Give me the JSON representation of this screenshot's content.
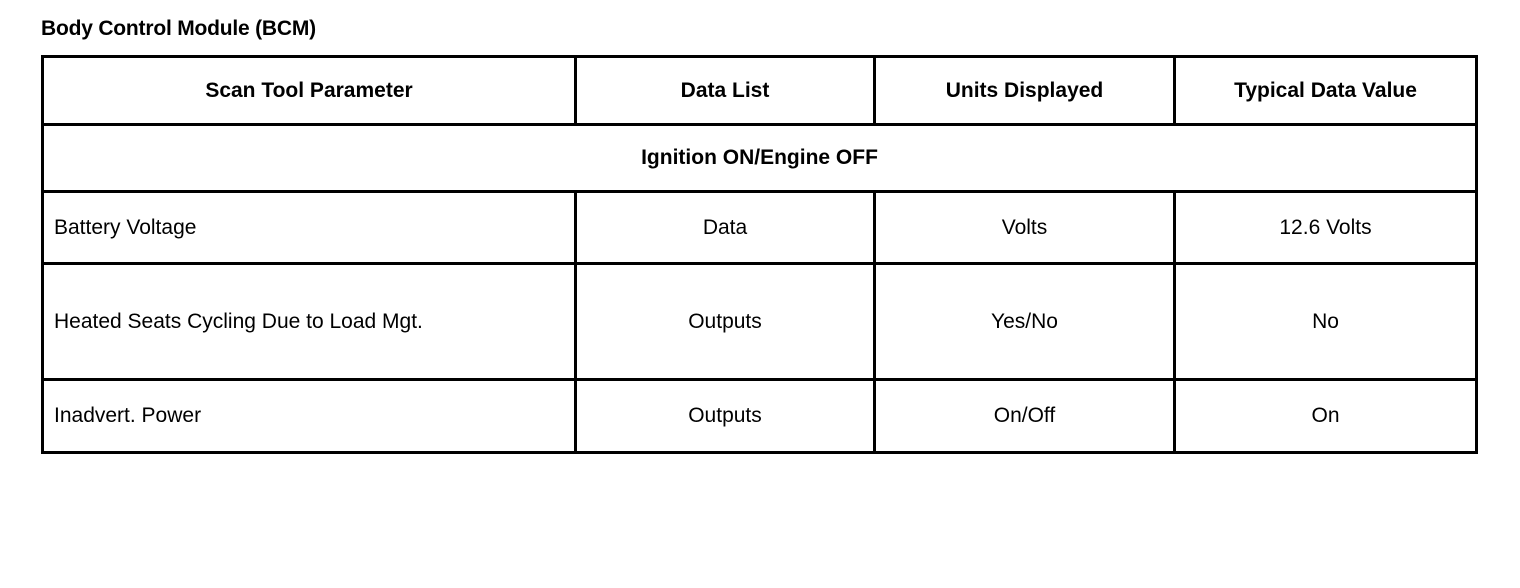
{
  "document": {
    "module_title": "Body Control Module (BCM)"
  },
  "table": {
    "headers": [
      "Scan Tool Parameter",
      "Data List",
      "Units Displayed",
      "Typical Data Value"
    ],
    "section_header": "Ignition ON/Engine OFF",
    "rows": [
      {
        "parameter": "Battery Voltage",
        "data_list": "Data",
        "units_displayed": "Volts",
        "typical_data_value": "12.6 Volts"
      },
      {
        "parameter": "Heated Seats Cycling Due to Load Mgt.",
        "data_list": "Outputs",
        "units_displayed": "Yes/No",
        "typical_data_value": "No"
      },
      {
        "parameter": "Inadvert. Power",
        "data_list": "Outputs",
        "units_displayed": "On/Off",
        "typical_data_value": "On"
      }
    ]
  }
}
